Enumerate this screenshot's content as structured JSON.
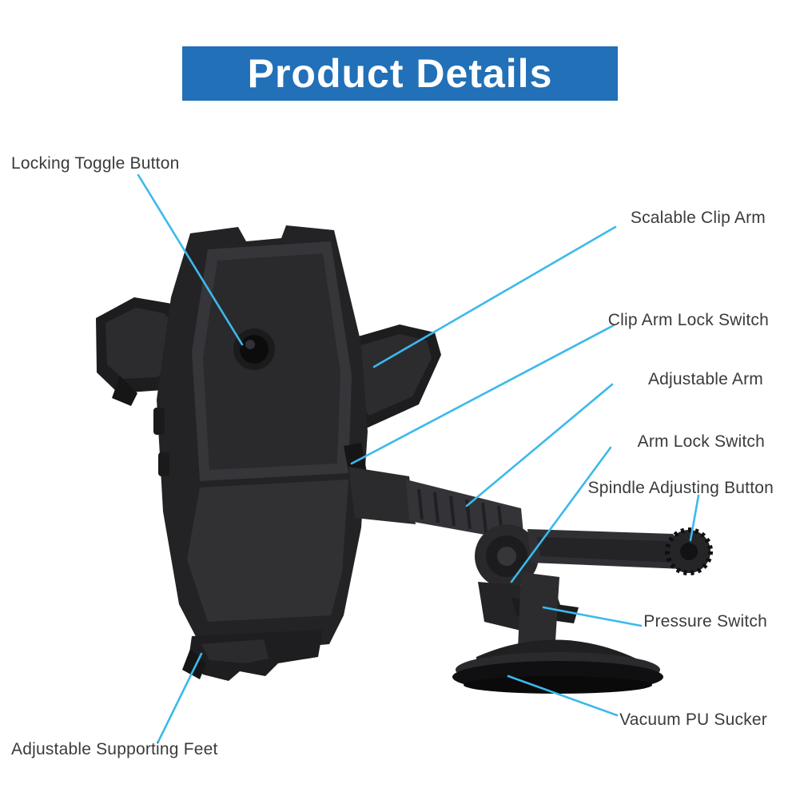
{
  "header": {
    "title": "Product Details"
  },
  "colors": {
    "banner-bg": "#2170b8",
    "banner-text": "#ffffff",
    "leader-line": "#3cb9ec",
    "label-text": "#3b3b3b",
    "page-bg": "#ffffff"
  },
  "labels": [
    {
      "id": "locking-toggle-button",
      "text": "Locking Toggle Button",
      "side": "left"
    },
    {
      "id": "scalable-clip-arm",
      "text": "Scalable Clip Arm",
      "side": "right"
    },
    {
      "id": "clip-arm-lock-switch",
      "text": "Clip Arm Lock Switch",
      "side": "right"
    },
    {
      "id": "adjustable-arm",
      "text": "Adjustable Arm",
      "side": "right"
    },
    {
      "id": "arm-lock-switch",
      "text": "Arm Lock Switch",
      "side": "right"
    },
    {
      "id": "spindle-adjusting-button",
      "text": "Spindle Adjusting Button",
      "side": "right"
    },
    {
      "id": "pressure-switch",
      "text": "Pressure Switch",
      "side": "right"
    },
    {
      "id": "vacuum-pu-sucker",
      "text": "Vacuum PU Sucker",
      "side": "right"
    },
    {
      "id": "adjustable-supporting-feet",
      "text": "Adjustable Supporting Feet",
      "side": "left"
    }
  ]
}
